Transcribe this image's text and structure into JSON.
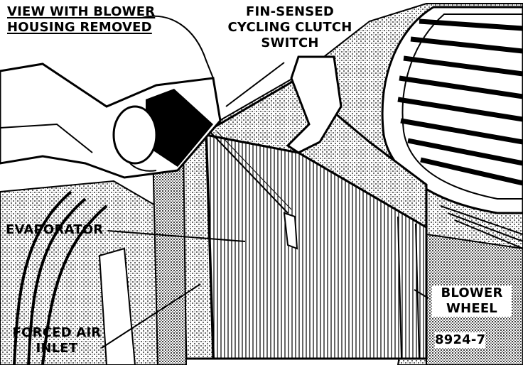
{
  "labels": {
    "view_line1": "VIEW WITH BLOWER",
    "view_line2": "HOUSING REMOVED",
    "switch_line1": "FIN-SENSED",
    "switch_line2": "CYCLING CLUTCH",
    "switch_line3": "SWITCH",
    "evaporator": "EVAPORATOR",
    "forced_line1": "FORCED AIR",
    "forced_line2": "INLET",
    "blower_line1": "BLOWER",
    "blower_line2": "WHEEL",
    "figure_number": "8924-7"
  },
  "colors": {
    "ink": "#000000",
    "paper": "#ffffff",
    "shade": "#bdbdbd"
  }
}
